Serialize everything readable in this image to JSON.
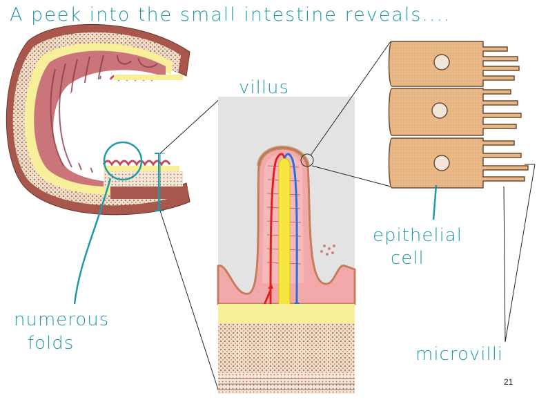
{
  "title": "A peek into the small intestine reveals....",
  "labels": {
    "villus": "villus",
    "epithelial_line1": "epithelial",
    "epithelial_line2": "cell",
    "numerous_line1": "numerous",
    "numerous_line2": "folds",
    "microvilli": "microvilli"
  },
  "page_number": "21",
  "colors": {
    "annotation_teal": "#1e9aa6",
    "tissue_pink": "#f3a9a9",
    "muscle_brown": "#b5675a",
    "submucosa_yellow": "#f7ef9a",
    "epithelial_tan": "#e9b987",
    "artery_red": "#e02020",
    "vein_blue": "#2a6fd6",
    "lacteal_yellow": "#f5e640"
  }
}
